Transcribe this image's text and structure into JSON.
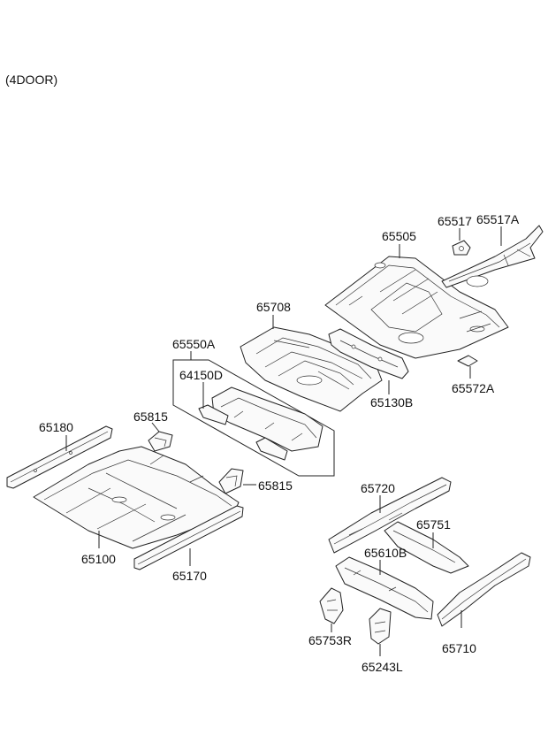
{
  "header": {
    "variant": "(4DOOR)"
  },
  "labels": {
    "p65505": "65505",
    "p65517": "65517",
    "p65517A": "65517A",
    "p65572A": "65572A",
    "p65708": "65708",
    "p65130B": "65130B",
    "p65550A": "65550A",
    "p64150D": "64150D",
    "p65815_top": "65815",
    "p65815_bottom": "65815",
    "p65180": "65180",
    "p65100": "65100",
    "p65170": "65170",
    "p65720": "65720",
    "p65751": "65751",
    "p65610B": "65610B",
    "p65753R": "65753R",
    "p65243L": "65243L",
    "p65710": "65710"
  }
}
